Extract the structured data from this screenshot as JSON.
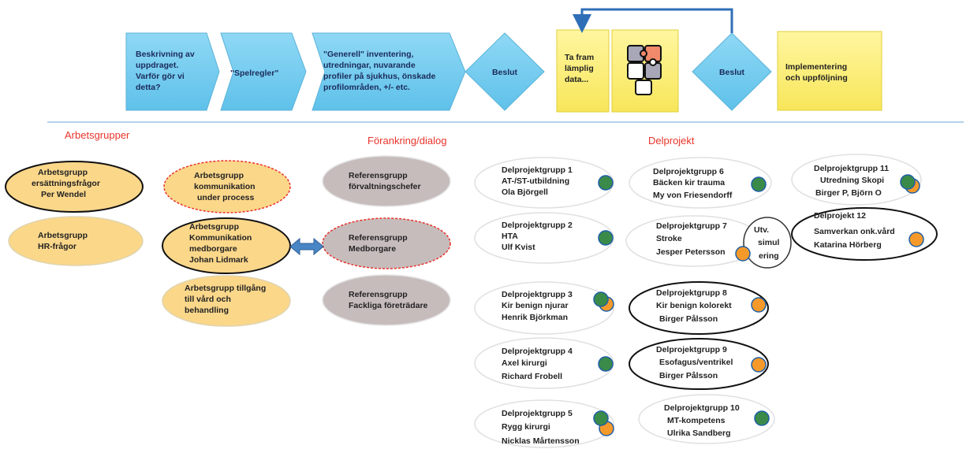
{
  "colors": {
    "process_blue": "#7dcfef",
    "process_yellow": "#fff27a",
    "orange_fill": "#fbd78a",
    "grey_fill": "#c7bcbc",
    "divider": "#9cc3e6",
    "heading_red": "#e8332a",
    "dot_green": "#3a8a4a",
    "dot_orange": "#f59a2a",
    "arrow_blue": "#2f6fb8"
  },
  "process": {
    "step1": [
      "Beskrivning av",
      "uppdraget.",
      "Varför gör vi",
      "detta?"
    ],
    "step2": [
      "\"Spelregler\""
    ],
    "step3": [
      "\"Generell\" inventering,",
      "utredningar, nuvarande",
      "profiler på sjukhus, önskade",
      "profilområden, +/- etc."
    ],
    "decision1": [
      "Beslut"
    ],
    "step4": [
      "Ta fram",
      "lämplig",
      "data..."
    ],
    "decision2": [
      "Beslut"
    ],
    "step5": [
      "Implementering",
      "och uppföljning"
    ],
    "puzzle_icon": "puzzle-pieces"
  },
  "headings": {
    "arbetsgrupper": "Arbetsgrupper",
    "forankring": "Förankring/dialog",
    "delprojekt": "Delprojekt"
  },
  "arbetsgrupper": [
    {
      "lines": [
        "Arbetsgrupp",
        "ersättningsfrågor",
        "Per Wendel"
      ]
    },
    {
      "lines": [
        "Arbetsgrupp",
        "HR-frågor"
      ]
    },
    {
      "lines": [
        "Arbetsgrupp",
        "kommunikation",
        "under process"
      ]
    },
    {
      "lines": [
        "Arbetsgrupp",
        "Kommunikation",
        "medborgare",
        "Johan Lidmark"
      ]
    },
    {
      "lines": [
        "Arbetsgrupp tillgång",
        "till vård och",
        "behandling"
      ]
    }
  ],
  "referensgrupper": [
    {
      "lines": [
        "Referensgrupp",
        "förvaltningschefer"
      ]
    },
    {
      "lines": [
        "Referensgrupp",
        "Medborgare"
      ]
    },
    {
      "lines": [
        "Referensgrupp",
        "Fackliga företrädare"
      ]
    }
  ],
  "delprojekt": [
    {
      "lines": [
        "Delprojektgrupp 1",
        "AT-/ST-utbildning",
        "Ola Björgell"
      ]
    },
    {
      "lines": [
        "Delprojektgrupp 2",
        "HTA",
        "Ulf Kvist"
      ]
    },
    {
      "lines": [
        "Delprojektgrupp 3",
        "Kir benign njurar",
        "Henrik Björkman"
      ]
    },
    {
      "lines": [
        "Delprojektgrupp 4",
        "Axel kirurgi",
        "Richard Frobell"
      ]
    },
    {
      "lines": [
        "Delprojektgrupp 5",
        "Rygg kirurgi",
        "Nicklas Mårtensson"
      ]
    },
    {
      "lines": [
        "Delprojektgrupp 6",
        "Bäcken kir trauma",
        "My von Friesendorff"
      ]
    },
    {
      "lines": [
        "Delprojektgrupp 7",
        "Stroke",
        "Jesper Petersson"
      ]
    },
    {
      "lines": [
        "Delprojektgrupp 8",
        "Kir benign kolorekt",
        "Birger Pålsson"
      ]
    },
    {
      "lines": [
        "Delprojektgrupp 9",
        "Esofagus/ventrikel",
        "Birger Pålsson"
      ]
    },
    {
      "lines": [
        "Delprojektgrupp 10",
        "MT-kompetens",
        "Ulrika Sandberg"
      ]
    },
    {
      "lines": [
        "Delprojektgrupp 11",
        "Utredning Skopi",
        "Birger P, Björn O"
      ]
    },
    {
      "lines": [
        "Delprojekt  12",
        "Samverkan onk.vård",
        "Katarina Hörberg"
      ]
    }
  ],
  "simulering_note": [
    "Utv.",
    "simul",
    "ering"
  ]
}
